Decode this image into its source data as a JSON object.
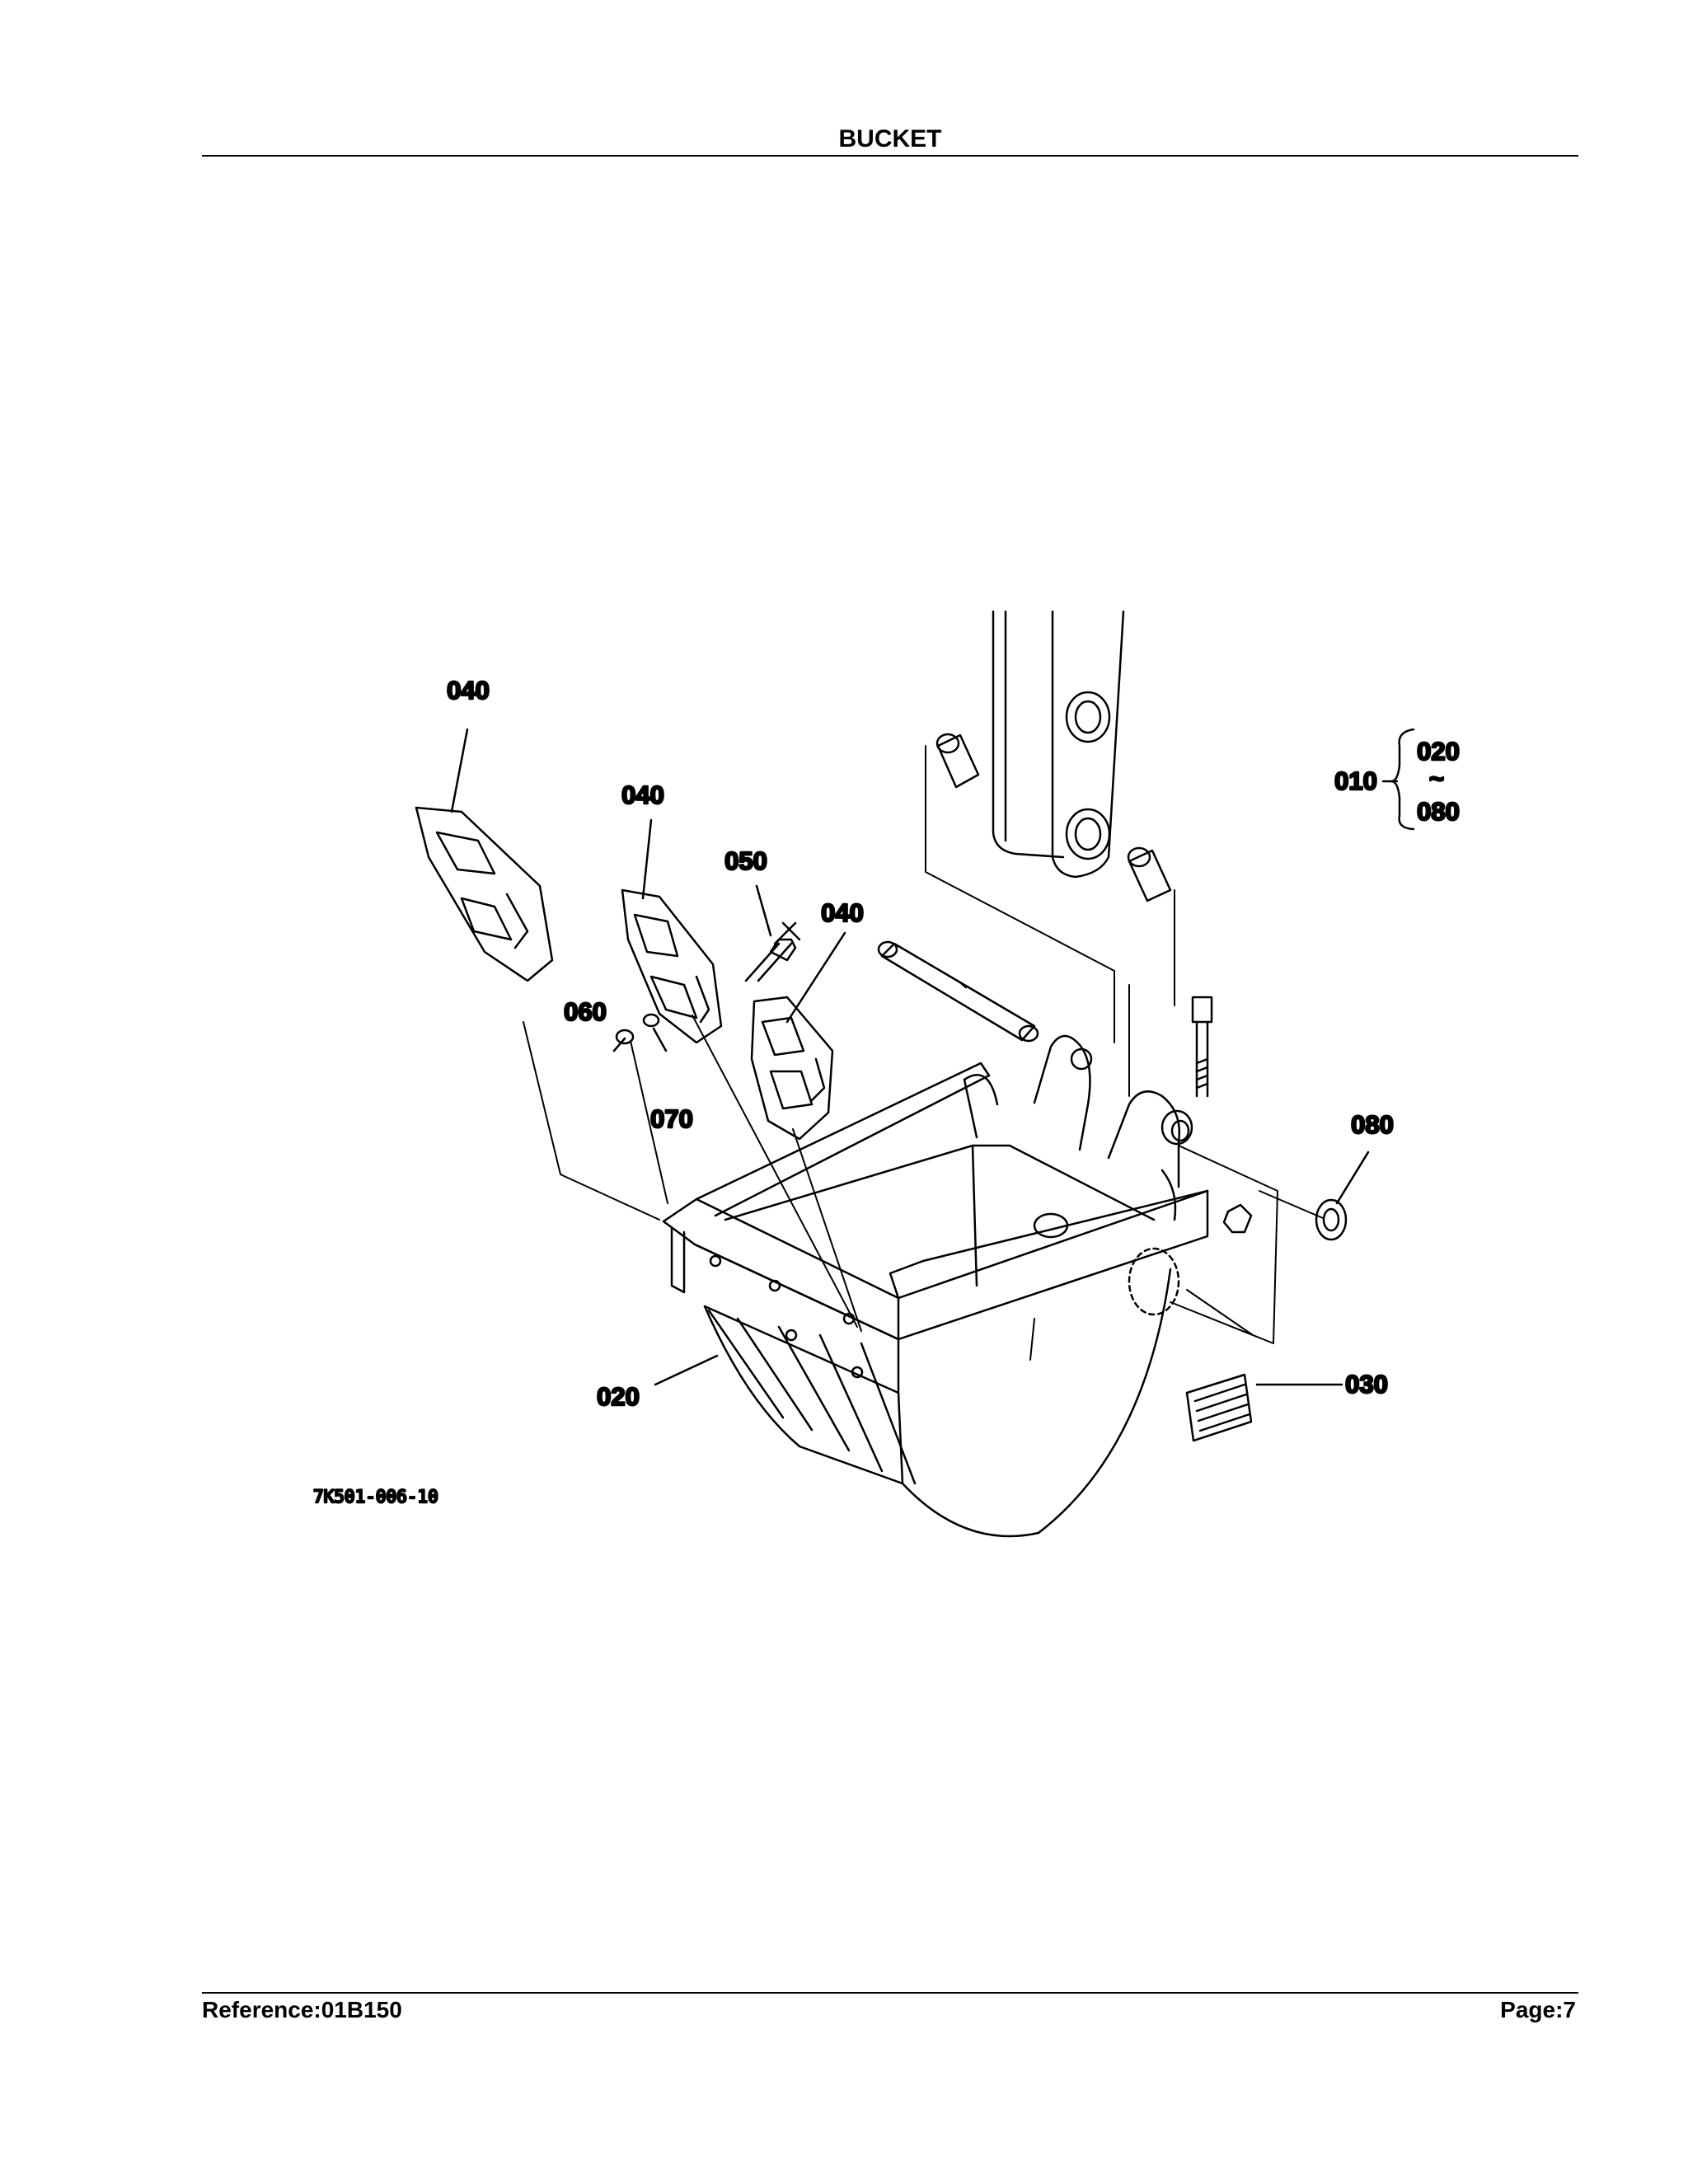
{
  "header": {
    "title": "BUCKET"
  },
  "diagram": {
    "drawing_number": "7K501-006-10",
    "callouts": {
      "c040a": "040",
      "c040b": "040",
      "c040c": "040",
      "c050": "050",
      "c060": "060",
      "c070": "070",
      "c080": "080",
      "c020": "020",
      "c030": "030",
      "c010": "010",
      "range_from": "020",
      "range_tilde": "~",
      "range_to": "080"
    }
  },
  "footer": {
    "reference": "Reference:01B150",
    "page": "Page:7"
  }
}
